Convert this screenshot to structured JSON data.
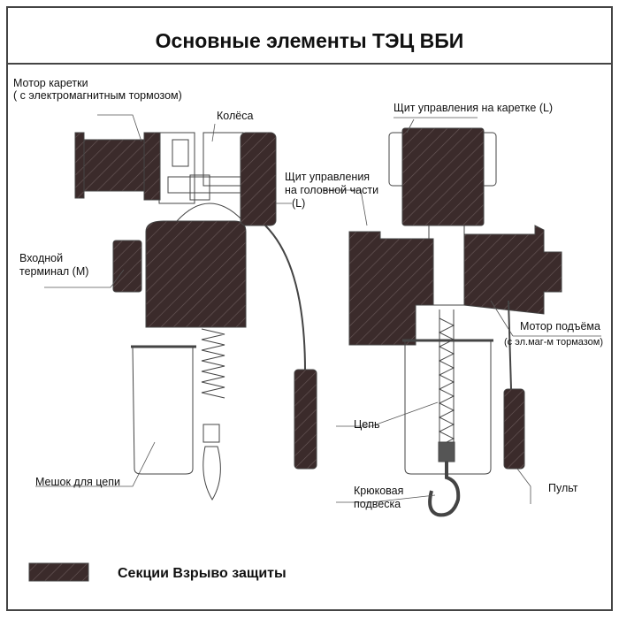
{
  "title": "Основные элементы ТЭЦ ВБИ",
  "labels": {
    "trolley_motor_1": "Мотор каретки",
    "trolley_motor_2": "( с электромагнитным тормозом)",
    "wheels": "Колёса",
    "head_panel_1": "Щит управления",
    "head_panel_2": "на головной части",
    "head_panel_3": "(L)",
    "input_terminal_1": "Входной",
    "input_terminal_2": "терминал (M)",
    "chain_bag": "Мешок для цепи",
    "trolley_panel": "Щит управления на каретке (L)",
    "hoist_motor_1": "Мотор подъёма",
    "hoist_motor_2": "(с эл.маг-м тормазом)",
    "chain": "Цепь",
    "hook_1": "Крюковая",
    "hook_2": "подвеска",
    "pendant": "Пульт"
  },
  "legend": {
    "label": "Секции Взрыво защиты"
  },
  "colors": {
    "hatch": "#3b2b2b",
    "line": "#333333"
  }
}
